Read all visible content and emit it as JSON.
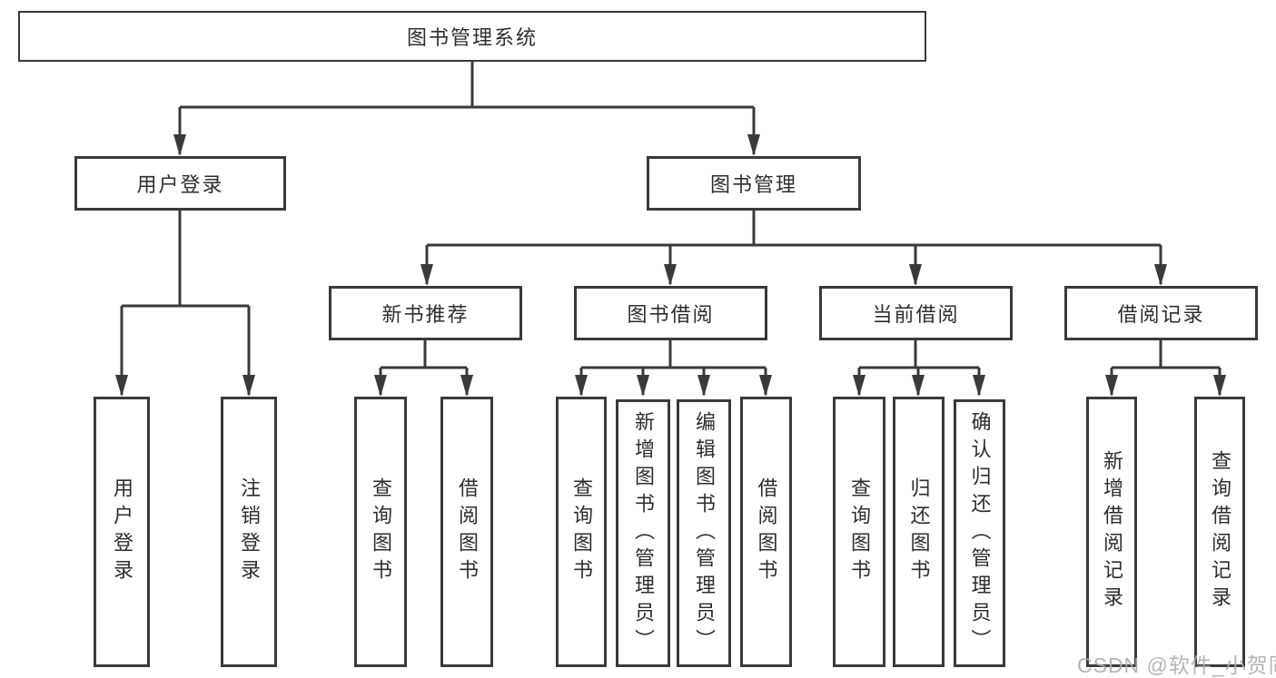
{
  "diagram": {
    "root": {
      "label": "图书管理系统"
    },
    "level2": [
      {
        "id": "user-login",
        "label": "用户登录"
      },
      {
        "id": "book-management",
        "label": "图书管理"
      }
    ],
    "level3": [
      {
        "id": "new-book-recommend",
        "label": "新书推荐"
      },
      {
        "id": "book-borrow",
        "label": "图书借阅"
      },
      {
        "id": "current-borrow",
        "label": "当前借阅"
      },
      {
        "id": "borrow-record",
        "label": "借阅记录"
      }
    ],
    "leaves": [
      {
        "parent": "user-login",
        "label": "用户登录"
      },
      {
        "parent": "user-login",
        "label": "注销登录"
      },
      {
        "parent": "new-book-recommend",
        "label": "查询图书"
      },
      {
        "parent": "new-book-recommend",
        "label": "借阅图书"
      },
      {
        "parent": "book-borrow",
        "label": "查询图书"
      },
      {
        "parent": "book-borrow",
        "label": "新增图书（管理员）"
      },
      {
        "parent": "book-borrow",
        "label": "编辑图书（管理员）"
      },
      {
        "parent": "book-borrow",
        "label": "借阅图书"
      },
      {
        "parent": "current-borrow",
        "label": "查询图书"
      },
      {
        "parent": "current-borrow",
        "label": "归还图书"
      },
      {
        "parent": "current-borrow",
        "label": "确认归还（管理员）"
      },
      {
        "parent": "borrow-record",
        "label": "新增借阅记录"
      },
      {
        "parent": "borrow-record",
        "label": "查询借阅记录"
      }
    ]
  },
  "watermark": {
    "text": "CSDN @软件_小贺同学"
  },
  "colors": {
    "line": "#3a3a3a",
    "box_border": "#3a3a3a",
    "box_fill": "#ffffff",
    "text": "#2e2e2e",
    "watermark": "#acacac",
    "background": "#ffffff"
  }
}
